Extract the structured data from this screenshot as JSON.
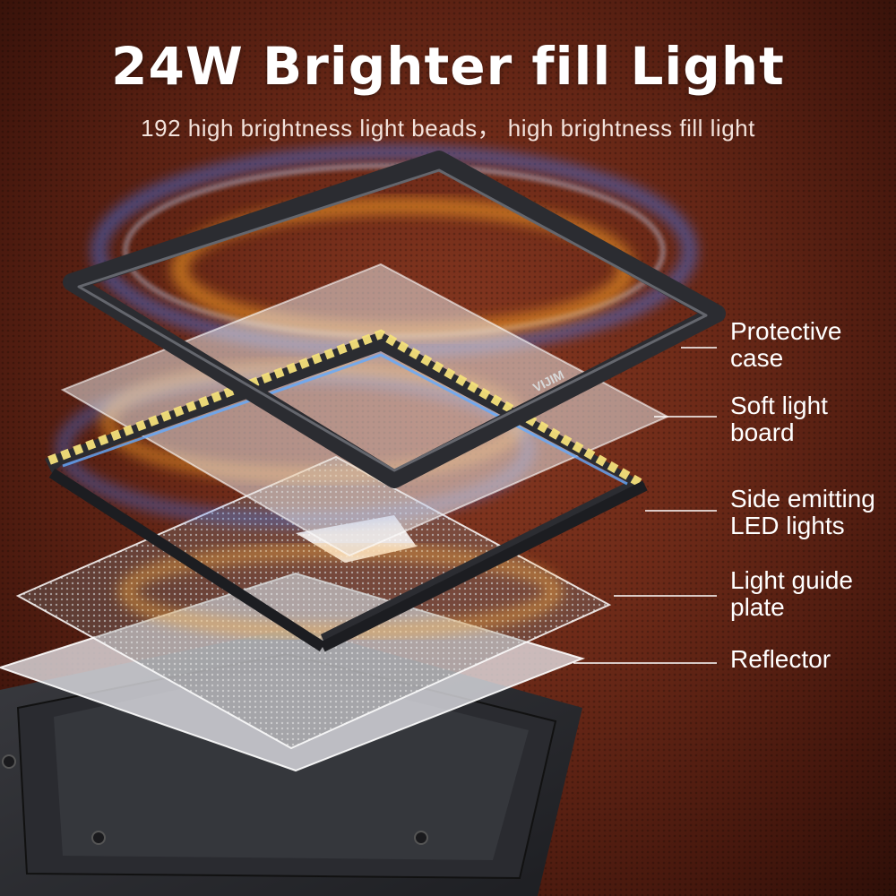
{
  "headline": "24W Brighter fill Light",
  "subheadline": "192 high brightness light beads， high brightness fill light",
  "frame_logo": "VIJIM",
  "layers": [
    {
      "label": "Protective case"
    },
    {
      "label": "Soft light board"
    },
    {
      "label": "Side emitting LED lights"
    },
    {
      "label": "Light guide plate"
    },
    {
      "label": "Reflector"
    }
  ],
  "colors": {
    "background": "#6d2a18",
    "glow_blue": "#3f7dff",
    "glow_orange": "#ffa326",
    "led": "#f4e07a",
    "frame": "#2b2c31"
  }
}
